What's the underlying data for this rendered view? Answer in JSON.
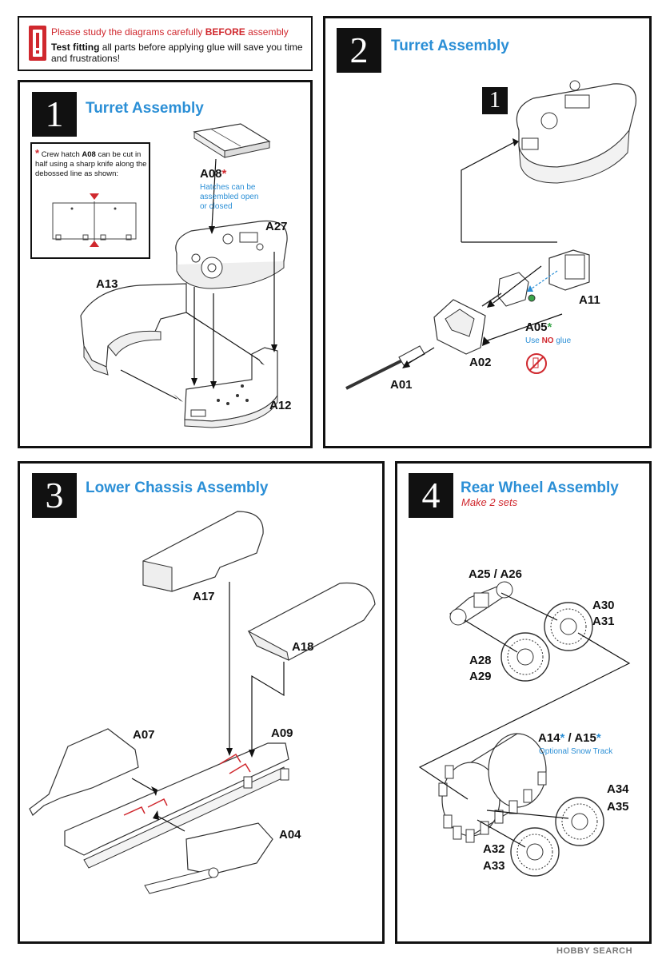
{
  "notice": {
    "line1_a": "Please study the diagrams carefully ",
    "line1_b": "BEFORE",
    "line1_c": " assembly",
    "line2_a": "Test fitting",
    "line2_b": " all parts before applying glue will save you time and frustrations!"
  },
  "step1": {
    "number": "1",
    "title": "Turret Assembly",
    "inset_a": "Crew hatch ",
    "inset_b": "A08",
    "inset_c": " can be cut in half using a sharp knife along the debossed line as shown:",
    "labels": {
      "a08": "A08",
      "a27": "A27",
      "a13": "A13",
      "a12": "A12"
    },
    "hatch_note": "Hatches can be assembled open or closed"
  },
  "step2": {
    "number": "2",
    "title": "Turret Assembly",
    "sub_step": "1",
    "labels": {
      "a11": "A11",
      "a05": "A05",
      "a02": "A02",
      "a01": "A01"
    },
    "a05_note_a": "Use ",
    "a05_note_b": "NO",
    "a05_note_c": " glue"
  },
  "step3": {
    "number": "3",
    "title": "Lower Chassis Assembly",
    "labels": {
      "a17": "A17",
      "a18": "A18",
      "a07": "A07",
      "a09": "A09",
      "a04": "A04"
    }
  },
  "step4": {
    "number": "4",
    "title": "Rear Wheel Assembly",
    "subtitle": "Make 2 sets",
    "labels": {
      "a25_26": "A25 / A26",
      "a30": "A30",
      "a31": "A31",
      "a28": "A28",
      "a29": "A29",
      "a14": "A14",
      "a15": "A15",
      "track_note": "Optional Snow Track",
      "a34": "A34",
      "a35": "A35",
      "a32": "A32",
      "a33": "A33"
    }
  },
  "watermark": "HOBBY SEARCH",
  "colors": {
    "accent_blue": "#2b8fd6",
    "accent_red": "#d0282e",
    "green": "#3aa64a"
  }
}
